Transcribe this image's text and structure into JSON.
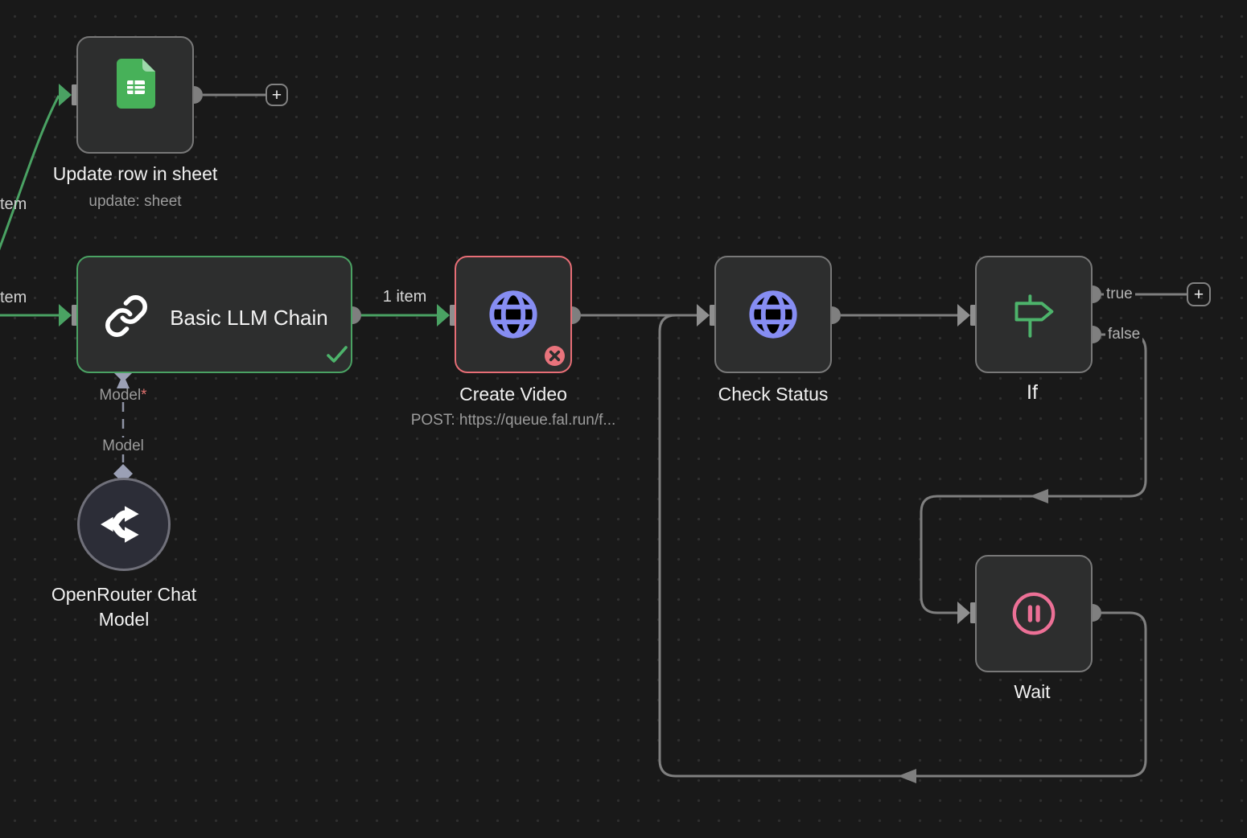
{
  "canvas": {
    "type_hint": "workflow editor canvas"
  },
  "colors": {
    "accent_green": "#4aa263",
    "error_red": "#e8737c",
    "globe_indigo": "#868df2",
    "pause_pink": "#ec7096",
    "sheets_green": "#47b159",
    "connector_gray": "#7f7f7f"
  },
  "nodes": {
    "update_row_in_sheet": {
      "title": "Update row in sheet",
      "subtitle": "update: sheet"
    },
    "basic_llm_chain": {
      "title": "Basic LLM Chain"
    },
    "openrouter_chat_model": {
      "title": "OpenRouter Chat Model"
    },
    "create_video": {
      "title": "Create Video",
      "subtitle": "POST: https://queue.fal.run/f..."
    },
    "check_status": {
      "title": "Check Status"
    },
    "if_node": {
      "title": "If"
    },
    "wait_node": {
      "title": "Wait"
    }
  },
  "labels": {
    "edge_partial_top": "tem",
    "edge_partial_mid": "tem",
    "one_item": "1 item",
    "true_branch": "true",
    "false_branch": "false",
    "model_required": "Model",
    "required_asterisk": "*",
    "model_sub": "Model",
    "add_node_glyph": "+"
  }
}
